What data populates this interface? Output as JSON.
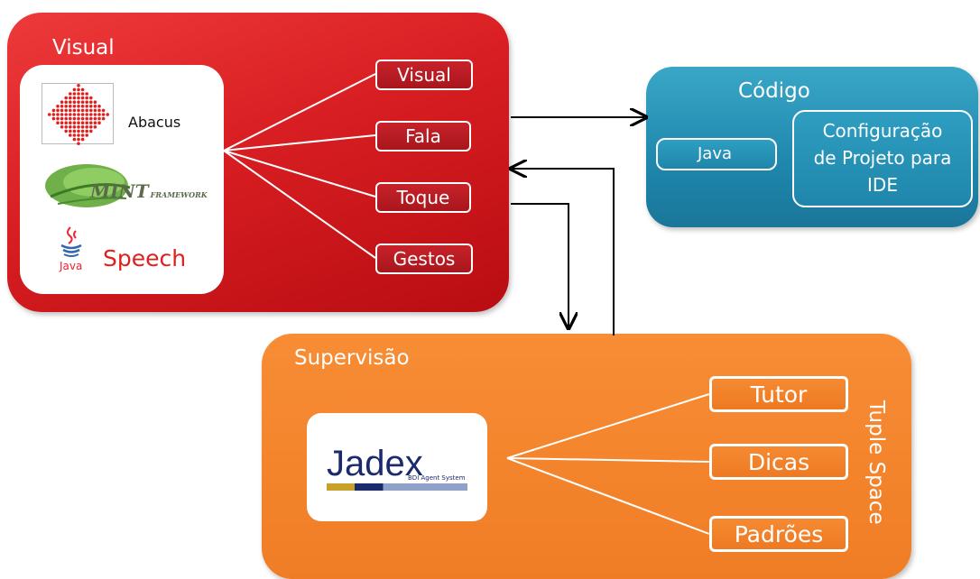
{
  "visual": {
    "title": "Visual",
    "logos": {
      "abacus": "Abacus",
      "mint": "MINT",
      "mint_sub": "FRAMEWORK",
      "java": "Java",
      "speech": "Speech"
    },
    "modalities": [
      "Visual",
      "Fala",
      "Toque",
      "Gestos"
    ]
  },
  "codigo": {
    "title": "Código",
    "java": "Java",
    "config_lines": [
      "Configuração",
      "de Projeto para",
      "IDE"
    ]
  },
  "supervisao": {
    "title": "Supervisão",
    "jadex": "Jadex",
    "jadex_sub": "BDI Agent System",
    "items": [
      "Tutor",
      "Dicas",
      "Padrões"
    ],
    "side_label": "Tuple Space"
  },
  "colors": {
    "visual_panel": "#d81e22",
    "codigo_panel": "#1f87ad",
    "supervisao_panel": "#f07d25",
    "jadex_navy": "#1b2a6b",
    "mint_green": "#5a9e3a"
  }
}
